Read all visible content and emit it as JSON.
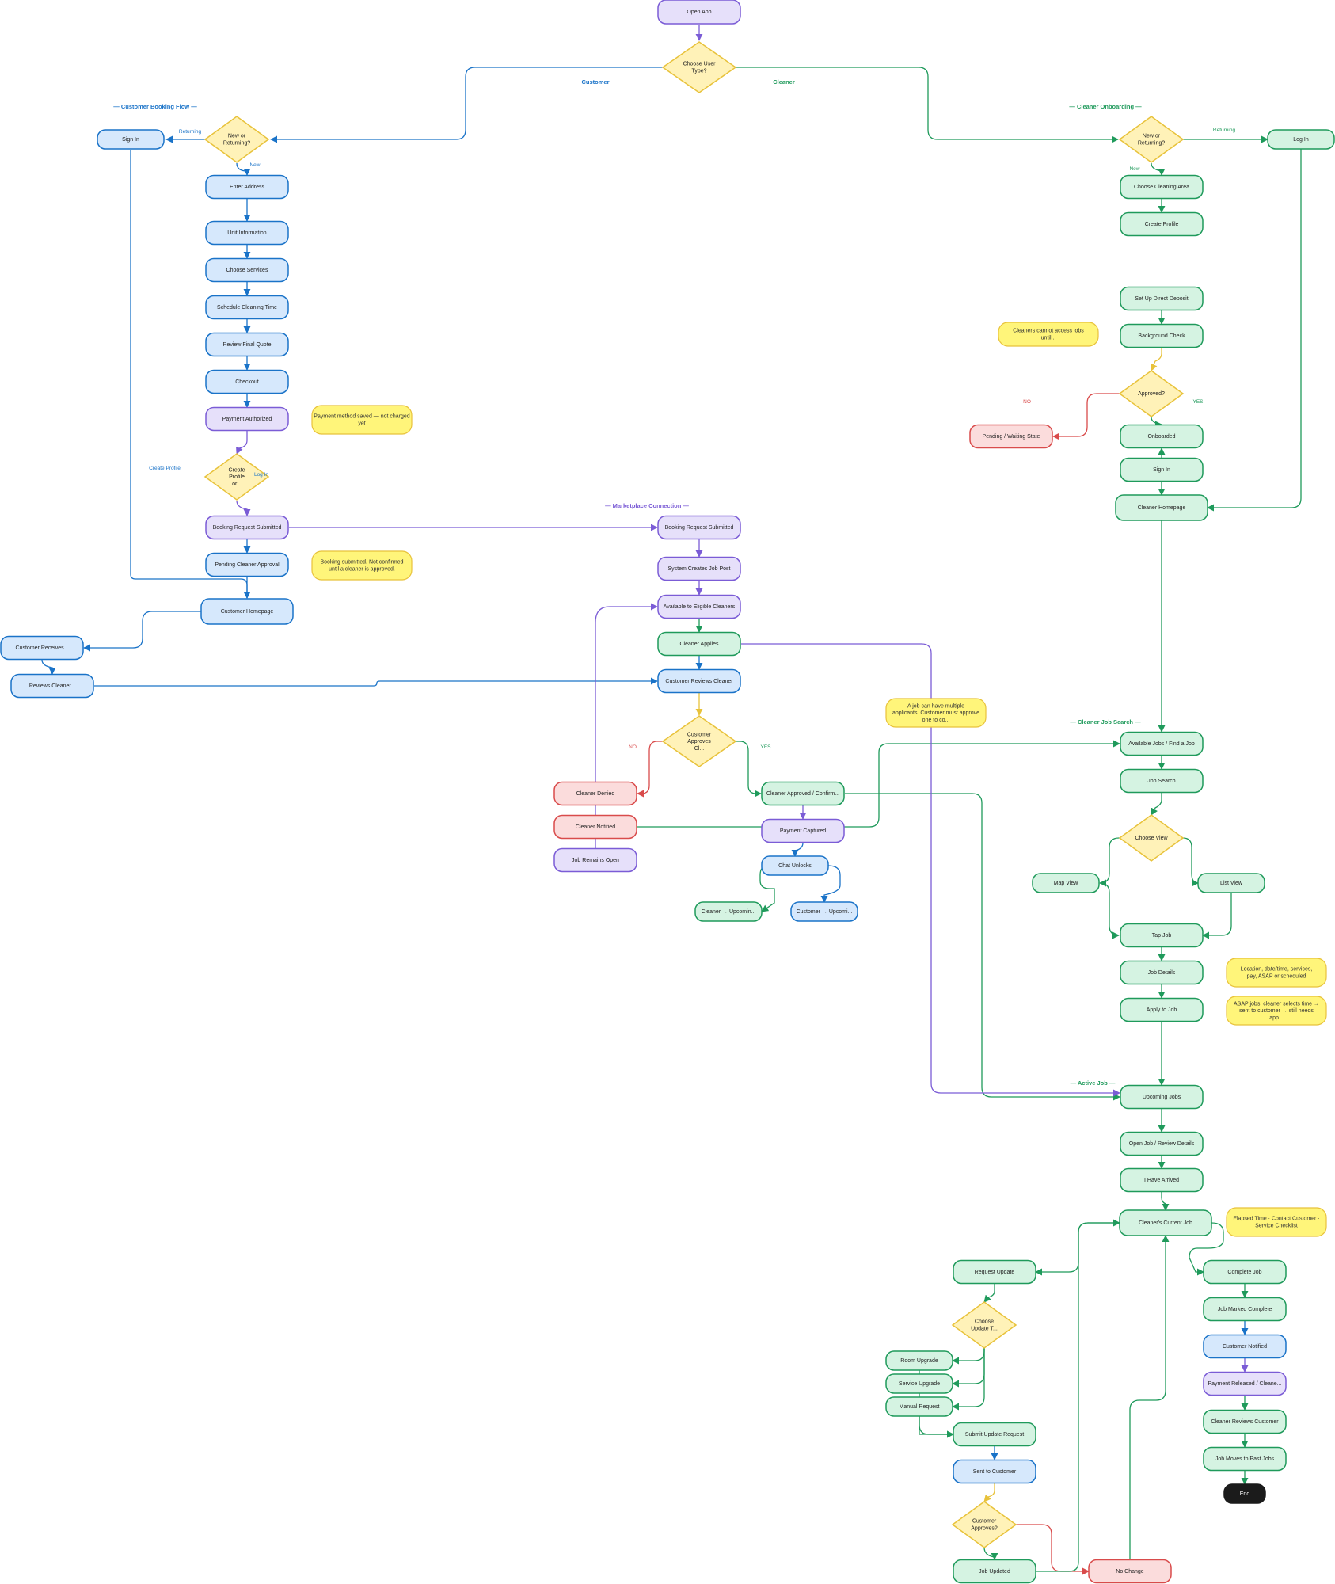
{
  "colors": {
    "blue": "#1a73c8",
    "green": "#1f9a5b",
    "purple": "#7b5cd6",
    "red": "#d94b4b",
    "yellow": "#e8c23a",
    "fill_blue": "#d6e8fc",
    "fill_green": "#d5f3e2",
    "fill_purple": "#e6e0fa",
    "fill_red": "#fbdcdc",
    "fill_yellow": "#fff2b8",
    "fill_note": "#fff57a",
    "fill_end": "#1b1b1b"
  },
  "nodes": [
    {
      "id": "open-app",
      "label": "Open App",
      "shape": "box",
      "color": "purple"
    },
    {
      "id": "choose-user-type",
      "label": "Choose User Type?",
      "shape": "diamond",
      "color": "yellow"
    },
    {
      "id": "c-new-returning",
      "label": "New or Returning?",
      "shape": "diamond",
      "color": "yellow"
    },
    {
      "id": "c-sign-in",
      "label": "Sign In",
      "shape": "box",
      "color": "blue"
    },
    {
      "id": "enter-address",
      "label": "Enter Address",
      "shape": "box",
      "color": "blue"
    },
    {
      "id": "unit-info",
      "label": "Unit Information",
      "shape": "box",
      "color": "blue"
    },
    {
      "id": "choose-services",
      "label": "Choose Services",
      "shape": "box",
      "color": "blue"
    },
    {
      "id": "schedule-time",
      "label": "Schedule Cleaning Time",
      "shape": "box",
      "color": "blue"
    },
    {
      "id": "review-quote",
      "label": "Review Final Quote",
      "shape": "box",
      "color": "blue"
    },
    {
      "id": "checkout",
      "label": "Checkout",
      "shape": "box",
      "color": "blue"
    },
    {
      "id": "payment-authorized",
      "label": "Payment Authorized",
      "shape": "box",
      "color": "purple"
    },
    {
      "id": "create-profile-or",
      "label": "Create Profile or...",
      "shape": "diamond",
      "color": "yellow"
    },
    {
      "id": "c-booking-submitted",
      "label": "Booking Request Submitted",
      "shape": "box",
      "color": "purple"
    },
    {
      "id": "pending-approval",
      "label": "Pending Cleaner Approval",
      "shape": "box",
      "color": "blue"
    },
    {
      "id": "customer-homepage",
      "label": "Customer Homepage",
      "shape": "box",
      "color": "blue"
    },
    {
      "id": "customer-receives",
      "label": "Customer Receives...",
      "shape": "box",
      "color": "blue"
    },
    {
      "id": "reviews-cleaner",
      "label": "Reviews Cleaner...",
      "shape": "box",
      "color": "blue"
    },
    {
      "id": "m-booking-submitted",
      "label": "Booking Request Submitted",
      "shape": "box",
      "color": "purple"
    },
    {
      "id": "system-job-post",
      "label": "System Creates Job Post",
      "shape": "box",
      "color": "purple"
    },
    {
      "id": "available-eligible",
      "label": "Available to Eligible Cleaners",
      "shape": "box",
      "color": "purple"
    },
    {
      "id": "cleaner-applies",
      "label": "Cleaner Applies",
      "shape": "box",
      "color": "green"
    },
    {
      "id": "customer-reviews-cleaner",
      "label": "Customer Reviews Cleaner",
      "shape": "box",
      "color": "blue"
    },
    {
      "id": "customer-approves-cl",
      "label": "Customer Approves Cl...",
      "shape": "diamond",
      "color": "yellow"
    },
    {
      "id": "cleaner-denied",
      "label": "Cleaner Denied",
      "shape": "box",
      "color": "red"
    },
    {
      "id": "cleaner-notified",
      "label": "Cleaner Notified",
      "shape": "box",
      "color": "red"
    },
    {
      "id": "job-remains-open",
      "label": "Job Remains Open",
      "shape": "box",
      "color": "purple"
    },
    {
      "id": "cleaner-approved",
      "label": "Cleaner Approved / Confirm...",
      "shape": "box",
      "color": "green"
    },
    {
      "id": "payment-captured",
      "label": "Payment Captured",
      "shape": "box",
      "color": "purple"
    },
    {
      "id": "chat-unlocks",
      "label": "Chat Unlocks",
      "shape": "box",
      "color": "blue"
    },
    {
      "id": "cleaner-upcoming",
      "label": "Cleaner → Upcomin...",
      "shape": "box",
      "color": "green"
    },
    {
      "id": "customer-upcoming",
      "label": "Customer → Upcomi...",
      "shape": "box",
      "color": "blue"
    },
    {
      "id": "k-new-returning",
      "label": "New or Returning?",
      "shape": "diamond",
      "color": "yellow"
    },
    {
      "id": "k-log-in",
      "label": "Log In",
      "shape": "box",
      "color": "green"
    },
    {
      "id": "choose-area",
      "label": "Choose Cleaning Area",
      "shape": "box",
      "color": "green"
    },
    {
      "id": "create-profile",
      "label": "Create Profile",
      "shape": "box",
      "color": "green"
    },
    {
      "id": "direct-deposit",
      "label": "Set Up Direct Deposit",
      "shape": "box",
      "color": "green"
    },
    {
      "id": "background-check",
      "label": "Background Check",
      "shape": "box",
      "color": "green"
    },
    {
      "id": "approved-q",
      "label": "Approved?",
      "shape": "diamond",
      "color": "yellow"
    },
    {
      "id": "pending-waiting",
      "label": "Pending / Waiting State",
      "shape": "box",
      "color": "red"
    },
    {
      "id": "onboarded",
      "label": "Onboarded",
      "shape": "box",
      "color": "green"
    },
    {
      "id": "k-sign-in",
      "label": "Sign In",
      "shape": "box",
      "color": "green"
    },
    {
      "id": "cleaner-homepage",
      "label": "Cleaner Homepage",
      "shape": "box",
      "color": "green"
    },
    {
      "id": "available-jobs",
      "label": "Available Jobs / Find a Job",
      "shape": "box",
      "color": "green"
    },
    {
      "id": "job-search",
      "label": "Job Search",
      "shape": "box",
      "color": "green"
    },
    {
      "id": "choose-view",
      "label": "Choose View",
      "shape": "diamond",
      "color": "yellow"
    },
    {
      "id": "map-view",
      "label": "Map View",
      "shape": "box",
      "color": "green"
    },
    {
      "id": "list-view",
      "label": "List View",
      "shape": "box",
      "color": "green"
    },
    {
      "id": "tap-job",
      "label": "Tap Job",
      "shape": "box",
      "color": "green"
    },
    {
      "id": "job-details",
      "label": "Job Details",
      "shape": "box",
      "color": "green"
    },
    {
      "id": "apply-to-job",
      "label": "Apply to Job",
      "shape": "box",
      "color": "green"
    },
    {
      "id": "upcoming-jobs",
      "label": "Upcoming Jobs",
      "shape": "box",
      "color": "green"
    },
    {
      "id": "open-job-review",
      "label": "Open Job / Review Details",
      "shape": "box",
      "color": "green"
    },
    {
      "id": "i-have-arrived",
      "label": "I Have Arrived",
      "shape": "box",
      "color": "green"
    },
    {
      "id": "current-job",
      "label": "Cleaner's Current Job",
      "shape": "box",
      "color": "green"
    },
    {
      "id": "request-update",
      "label": "Request Update",
      "shape": "box",
      "color": "green"
    },
    {
      "id": "choose-update",
      "label": "Choose Update T...",
      "shape": "diamond",
      "color": "yellow"
    },
    {
      "id": "room-upgrade",
      "label": "Room Upgrade",
      "shape": "box",
      "color": "green"
    },
    {
      "id": "service-upgrade",
      "label": "Service Upgrade",
      "shape": "box",
      "color": "green"
    },
    {
      "id": "manual-request",
      "label": "Manual Request",
      "shape": "box",
      "color": "green"
    },
    {
      "id": "submit-update",
      "label": "Submit Update Request",
      "shape": "box",
      "color": "green"
    },
    {
      "id": "sent-to-customer",
      "label": "Sent to Customer",
      "shape": "box",
      "color": "blue"
    },
    {
      "id": "customer-approves-q",
      "label": "Customer Approves?",
      "shape": "diamond",
      "color": "yellow"
    },
    {
      "id": "job-updated",
      "label": "Job Updated",
      "shape": "box",
      "color": "green"
    },
    {
      "id": "no-change",
      "label": "No Change",
      "shape": "box",
      "color": "red"
    },
    {
      "id": "complete-job",
      "label": "Complete Job",
      "shape": "box",
      "color": "green"
    },
    {
      "id": "job-marked-complete",
      "label": "Job Marked Complete",
      "shape": "box",
      "color": "green"
    },
    {
      "id": "customer-notified",
      "label": "Customer Notified",
      "shape": "box",
      "color": "blue"
    },
    {
      "id": "payment-released",
      "label": "Payment Released / Cleane...",
      "shape": "box",
      "color": "purple"
    },
    {
      "id": "cleaner-reviews-customer",
      "label": "Cleaner Reviews Customer",
      "shape": "box",
      "color": "green"
    },
    {
      "id": "job-moves-past",
      "label": "Job Moves to Past Jobs",
      "shape": "box",
      "color": "green"
    },
    {
      "id": "end",
      "label": "End",
      "shape": "box",
      "color": "end"
    }
  ],
  "notes": [
    {
      "id": "note-payment-saved",
      "text": "Payment method saved — not charged yet"
    },
    {
      "id": "note-booking-submitted",
      "text": "Booking submitted. Not confirmed until a cleaner is approved."
    },
    {
      "id": "note-cleaners-cannot",
      "text": "Cleaners cannot access jobs until..."
    },
    {
      "id": "note-multiple-applicants",
      "text": "A job can have multiple applicants. Customer must approve one to co..."
    },
    {
      "id": "note-location",
      "text": "Location, date/time, services, pay, ASAP or scheduled"
    },
    {
      "id": "note-asap",
      "text": "ASAP jobs: cleaner selects time → sent to customer → still needs app..."
    },
    {
      "id": "note-elapsed",
      "text": "Elapsed Time · Contact Customer · Service Checklist"
    }
  ],
  "sections": [
    {
      "id": "customer-booking-flow",
      "text": "— Customer Booking Flow —",
      "color": "blue"
    },
    {
      "id": "cleaner-onboarding",
      "text": "— Cleaner Onboarding —",
      "color": "green"
    },
    {
      "id": "marketplace-connection",
      "text": "— Marketplace Connection —",
      "color": "purple"
    },
    {
      "id": "cleaner-job-search",
      "text": "— Cleaner Job Search —",
      "color": "green"
    },
    {
      "id": "active-job",
      "text": "— Active Job —",
      "color": "green"
    }
  ],
  "edge_labels": [
    {
      "id": "customer",
      "text": "Customer",
      "color": "blue",
      "bold": true
    },
    {
      "id": "cleaner",
      "text": "Cleaner",
      "color": "green",
      "bold": true
    },
    {
      "id": "c-returning",
      "text": "Returning",
      "color": "blue"
    },
    {
      "id": "c-new",
      "text": "New",
      "color": "blue"
    },
    {
      "id": "create-profile-branch",
      "text": "Create Profile",
      "color": "blue"
    },
    {
      "id": "log-in-branch",
      "text": "Log In",
      "color": "blue"
    },
    {
      "id": "k-returning",
      "text": "Returning",
      "color": "green"
    },
    {
      "id": "k-new",
      "text": "New",
      "color": "green"
    },
    {
      "id": "no-approved",
      "text": "NO",
      "color": "red"
    },
    {
      "id": "yes-approved",
      "text": "YES",
      "color": "green"
    },
    {
      "id": "no-customer",
      "text": "NO",
      "color": "red"
    },
    {
      "id": "yes-customer",
      "text": "YES",
      "color": "green"
    }
  ]
}
